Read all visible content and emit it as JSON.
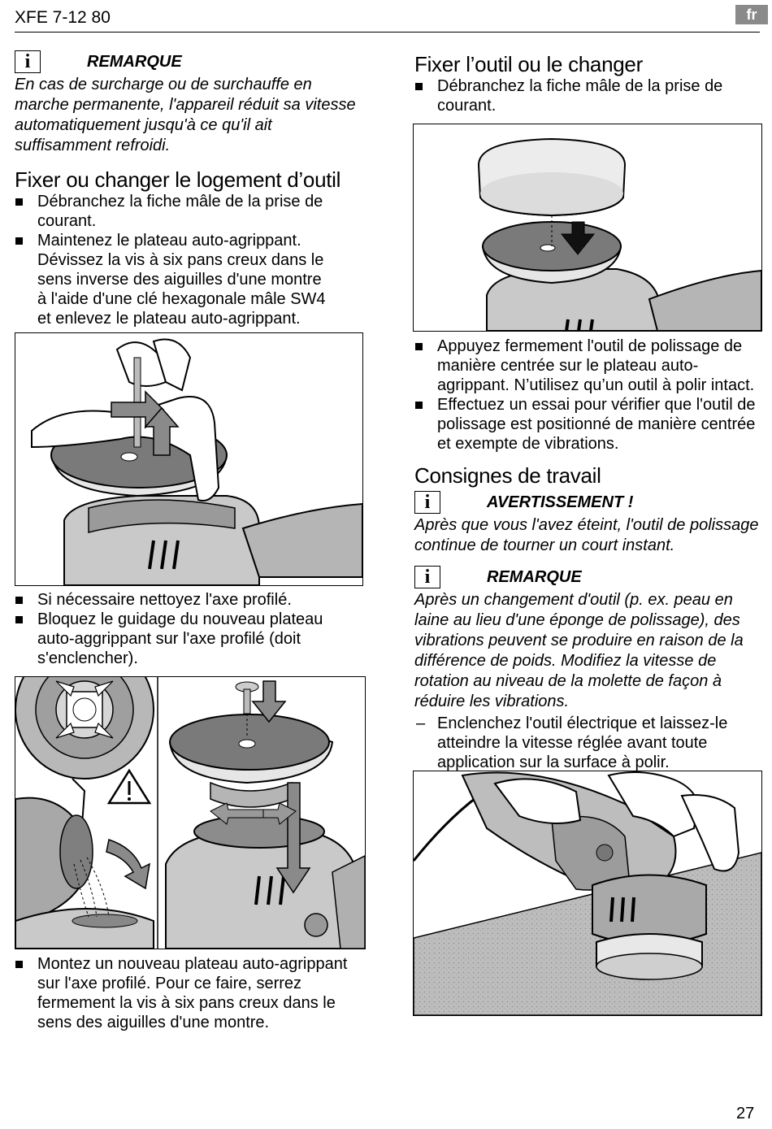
{
  "header": {
    "title": "XFE 7-12 80",
    "lang": "fr"
  },
  "page_number": "27",
  "left": {
    "note": {
      "label": "REMARQUE",
      "text": "En cas de surcharge ou de surchauffe en marche permanente, l'appareil réduit sa vitesse automatiquement jusqu'à ce qu'il ait suffisamment refroidi."
    },
    "section1_title": "Fixer ou changer le logement d’outil",
    "section1_items": [
      "Débranchez la fiche mâle de la prise de courant.",
      "Maintenez le plateau auto-agrippant. Dévissez la vis à six pans creux dans le sens inverse des aiguilles d'une montre à l'aide d'une clé hexagonale mâle SW4 et enlevez le plateau auto-agrippant."
    ],
    "section1b_items": [
      "Si nécessaire nettoyez l'axe profilé.",
      "Bloquez le guidage du nouveau plateau auto-aggrippant sur l'axe profilé (doit s'enclencher)."
    ],
    "section1c_items": [
      "Montez un nouveau plateau auto-agrippant sur l'axe profilé. Pour ce faire, serrez fermement la vis à six pans creux dans le sens des aiguilles d'une montre."
    ]
  },
  "right": {
    "section2_title": "Fixer l’outil ou le changer",
    "section2_items": [
      "Débranchez la fiche mâle de la prise de courant."
    ],
    "section2b_items": [
      "Appuyez fermement l'outil de polissage de manière centrée sur le plateau auto-agrippant. N’utilisez qu’un outil à polir intact.",
      "Effectuez un essai pour vérifier que l'outil de polissage est positionné de manière centrée et exempte de vibrations."
    ],
    "section3_title": "Consignes de travail",
    "warning": {
      "label": "AVERTISSEMENT !",
      "text": "Après que vous l'avez éteint, l'outil de polissage continue de tourner un court instant."
    },
    "note2": {
      "label": "REMARQUE",
      "text": "Après un changement d'outil (p. ex. peau en laine au lieu d'une éponge de polissage), des vibrations peuvent se produire en raison de la différence de poids. Modifiez la vitesse de rotation au niveau de la molette de façon à réduire les vibrations."
    },
    "dash_items": [
      "Enclenchez l'outil électrique et laissez-le atteindre la vitesse réglée avant toute application sur la surface à polir."
    ]
  }
}
